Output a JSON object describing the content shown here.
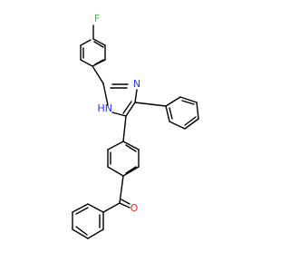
{
  "molecule": {
    "atoms": [
      {
        "id": "F",
        "label": "F",
        "color": "#33cc33"
      },
      {
        "id": "N1",
        "label": "N",
        "color": "#2233ff"
      },
      {
        "id": "N2",
        "label": "HN",
        "color": "#2233ff"
      },
      {
        "id": "O",
        "label": "O",
        "color": "#ff2020"
      }
    ],
    "bond_color": "#000000"
  }
}
